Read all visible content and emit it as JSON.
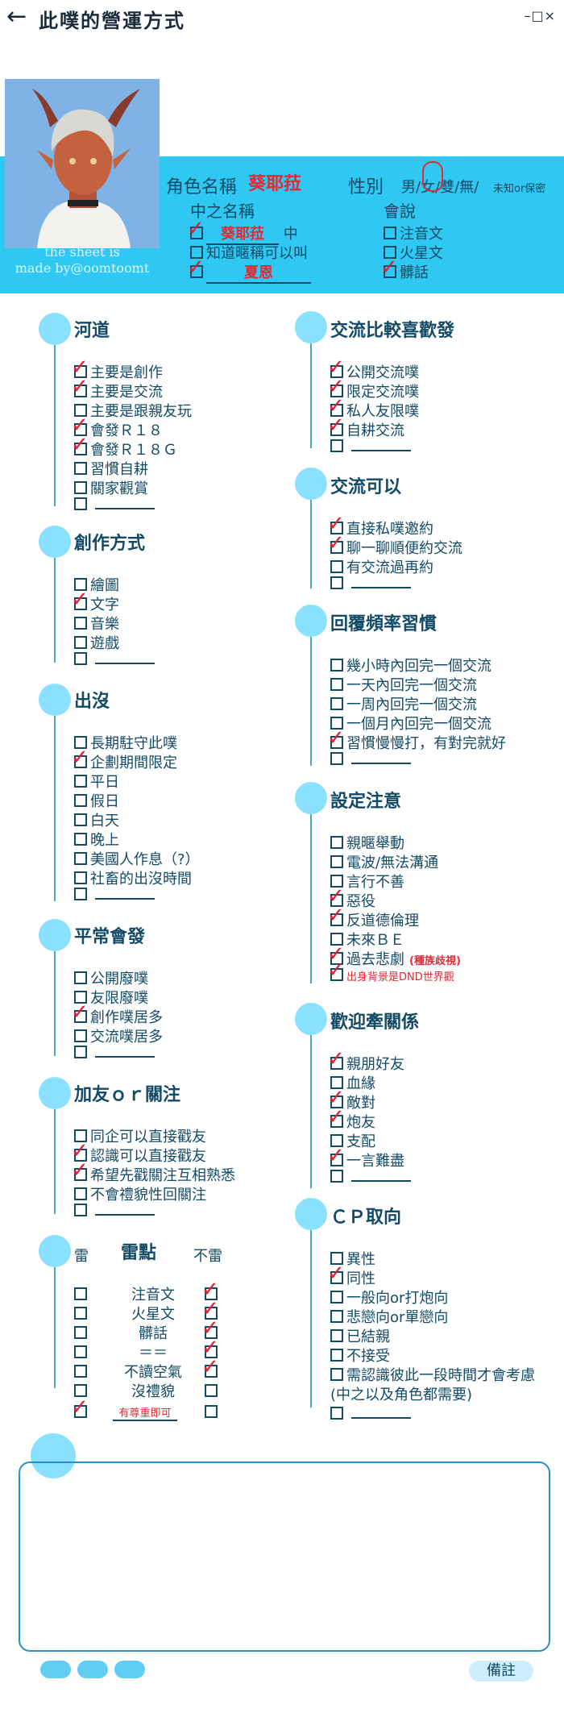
{
  "window": {
    "title": "此噗的營運方式",
    "controls": "–□×"
  },
  "credit": {
    "line1": "the sheet is",
    "line2": "made by@oomtoomt"
  },
  "profile": {
    "role_name_label": "角色名稱",
    "role_name_value": "葵耶菈",
    "gender_label": "性別",
    "gender_options": "男/女/雙/無/",
    "gender_unknown": "未知or保密",
    "cn_name_label": "中之名稱",
    "cn_name_value": "葵耶菈",
    "cn_name_suffix": "中",
    "know_nick_label": "知道暱稱可以叫",
    "nick_value": "夏恩",
    "lang_label": "會說",
    "lang_options": [
      "注音文",
      "火星文",
      "髒話"
    ]
  },
  "sections": {
    "hedao": {
      "title": "河道",
      "items": [
        "主要是創作",
        "主要是交流",
        "主要是跟親友玩",
        "會發Ｒ１８",
        "會發Ｒ１８Ｇ",
        "習慣自耕",
        "關家觀賞"
      ]
    },
    "create": {
      "title": "創作方式",
      "items": [
        "繪圖",
        "文字",
        "音樂",
        "遊戲"
      ]
    },
    "appear": {
      "title": "出沒",
      "items": [
        "長期駐守此噗",
        "企劃期間限定",
        "平日",
        "假日",
        "白天",
        "晚上",
        "美國人作息（?）",
        "社畜的出沒時間"
      ]
    },
    "usual": {
      "title": "平常會發",
      "items": [
        "公開廢噗",
        "友限廢噗",
        "創作噗居多",
        "交流噗居多"
      ]
    },
    "friend": {
      "title": "加友ｏｒ關注",
      "items": [
        "同企可以直接戳友",
        "認識可以直接戳友",
        "希望先戳關注互相熟悉",
        "不會禮貌性回關注"
      ]
    },
    "mine": {
      "title": "雷點",
      "left_label": "雷",
      "right_label": "不雷",
      "items": [
        "注音文",
        "火星文",
        "髒話",
        "＝＝",
        "不讀空氣",
        "沒禮貌"
      ],
      "extra_note": "有尊重即可"
    },
    "prefer": {
      "title": "交流比較喜歡發",
      "items": [
        "公開交流噗",
        "限定交流噗",
        "私人友限噗",
        "自耕交流"
      ]
    },
    "allowed": {
      "title": "交流可以",
      "items": [
        "直接私噗邀約",
        "聊一聊順便約交流",
        "有交流過再約"
      ]
    },
    "reply": {
      "title": "回覆頻率習慣",
      "items": [
        "幾小時內回完一個交流",
        "一天內回完一個交流",
        "一周內回完一個交流",
        "一個月內回完一個交流",
        "習慣慢慢打，有對完就好"
      ]
    },
    "setting": {
      "title": "設定注意",
      "items": [
        "親暱舉動",
        "電波/無法溝通",
        "言行不善",
        "惡役",
        "反道德倫理",
        "未來ＢＥ",
        "過去悲劇"
      ],
      "note1": "(種族歧視)",
      "note2": "出身背景是DND世界觀"
    },
    "relation": {
      "title": "歡迎牽關係",
      "items": [
        "親朋好友",
        "血緣",
        "敵對",
        "炮友",
        "支配",
        "一言難盡"
      ]
    },
    "cp": {
      "title": "ＣＰ取向",
      "items": [
        "異性",
        "同性",
        "一般向or打炮向",
        "悲戀向or單戀向",
        "已結親",
        "不接受",
        "需認識彼此一段時間才會考慮"
      ],
      "cp_note": "(中之以及角色都需要)"
    }
  },
  "footer": {
    "remark_label": "備註"
  },
  "colors": {
    "banner": "#2ec8f2",
    "dot": "#89e0ff",
    "check": "#e02030",
    "text": "#134a66"
  }
}
